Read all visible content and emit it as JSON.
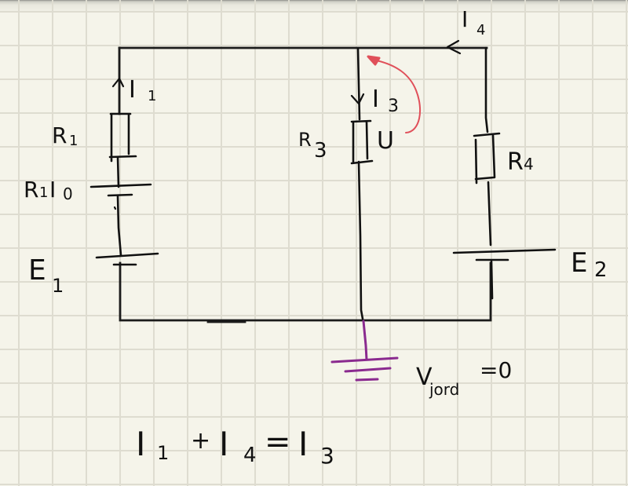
{
  "page": {
    "type": "handwritten circuit note on grid paper",
    "background_color": "#f5f4ea",
    "grid_color": "#dedcd0",
    "ink_color": "#111111",
    "annotation_color": "#e0505a",
    "ground_color": "#8a2a8f"
  },
  "circuit": {
    "branches": [
      {
        "name": "left",
        "current": {
          "symbol": "I",
          "sub": "1",
          "direction": "up"
        },
        "resistor": {
          "symbol": "R",
          "sub": "1"
        },
        "source_label": {
          "main": "R",
          "sub1": "1",
          "main2": "I",
          "sub2": "0"
        },
        "emf": {
          "symbol": "E",
          "sub": "1"
        }
      },
      {
        "name": "middle",
        "current": {
          "symbol": "I",
          "sub": "3",
          "direction": "down"
        },
        "resistor": {
          "symbol": "R",
          "sub": "3"
        },
        "voltage_label": "U"
      },
      {
        "name": "right",
        "current": {
          "symbol": "I",
          "sub": "4",
          "direction": "left"
        },
        "resistor": {
          "symbol": "R",
          "sub": "4"
        },
        "emf": {
          "symbol": "E",
          "sub": "2"
        }
      }
    ],
    "ground": {
      "label_main": "V",
      "label_sub": "jord",
      "label_value": "=0"
    }
  },
  "equation": {
    "terms": [
      {
        "symbol": "I",
        "sub": "1"
      },
      {
        "op": "+"
      },
      {
        "symbol": "I",
        "sub": "4"
      },
      {
        "op": "="
      },
      {
        "symbol": "I",
        "sub": "3"
      }
    ]
  }
}
